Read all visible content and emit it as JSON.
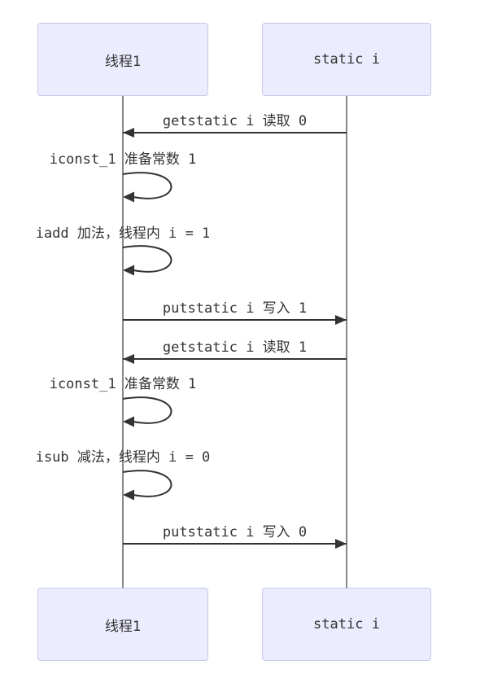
{
  "diagram": {
    "kind": "sequence-diagram",
    "actors": [
      {
        "id": "thread1",
        "label": "线程1"
      },
      {
        "id": "static-i",
        "label": "static i"
      }
    ],
    "messages": [
      {
        "label": "getstatic i 读取 0",
        "from": "static i",
        "to": "线程1",
        "kind": "arrow-left"
      },
      {
        "label": "iconst_1 准备常数 1",
        "from": "线程1",
        "to": "线程1",
        "kind": "self-loop"
      },
      {
        "label": "iadd 加法，线程内 i = 1",
        "from": "线程1",
        "to": "线程1",
        "kind": "self-loop"
      },
      {
        "label": "putstatic i 写入 1",
        "from": "线程1",
        "to": "static i",
        "kind": "arrow-right"
      },
      {
        "label": "getstatic i 读取 1",
        "from": "static i",
        "to": "线程1",
        "kind": "arrow-left"
      },
      {
        "label": "iconst_1 准备常数 1",
        "from": "线程1",
        "to": "线程1",
        "kind": "self-loop"
      },
      {
        "label": "isub 减法，线程内 i = 0",
        "from": "线程1",
        "to": "线程1",
        "kind": "self-loop"
      },
      {
        "label": "putstatic i 写入 0",
        "from": "线程1",
        "to": "static i",
        "kind": "arrow-right"
      }
    ],
    "colors": {
      "actor_fill": "#ECECFF",
      "actor_border": "#c8c8e8",
      "lifeline": "#888888",
      "arrow": "#333333",
      "text": "#333333",
      "background": "#ffffff"
    }
  }
}
